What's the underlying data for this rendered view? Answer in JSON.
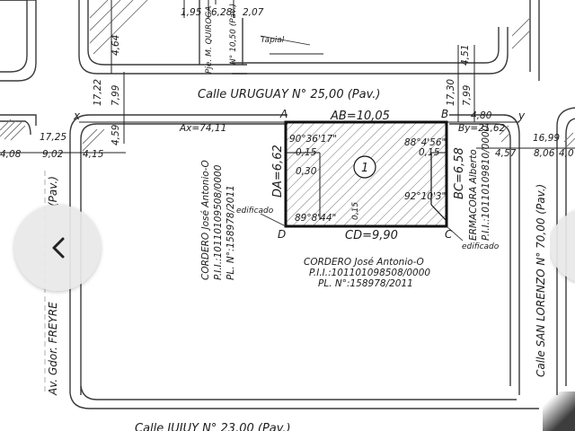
{
  "viewer": {
    "prev_icon": "chevron-left-icon",
    "next_icon": "chevron-right-icon"
  },
  "plan": {
    "streets": {
      "top": "Calle URUGUAY N° 25,00 (Pav.)",
      "left": "Av. Gdor. FREYRE",
      "left_pav": "(Pav.)",
      "right": "Calle SAN LORENZO N° 70,00 (Pav.)",
      "bottom": "Calle JUJUY N° 23,00 (Pav.)"
    },
    "top_dims": {
      "d1": "1,95",
      "d2": "6,28",
      "d3": "2,07",
      "name1": "Pje. M. QUIROGA",
      "name2": "N° 10,50 (Pav.)",
      "tapial": "Tapial",
      "v_left1": "4,64",
      "v_left2": "17,22",
      "v_left3": "7,99",
      "v_left4": "4,59",
      "v_right1": "4,51",
      "v_right2": "17,30",
      "v_right3": "7,99",
      "v_right4": "4,80"
    },
    "side_dims": {
      "left_a": "17,25",
      "left_b": "4,08",
      "left_c": "9,02",
      "left_d": "4,15",
      "right_a": "16,99",
      "right_b": "4,57",
      "right_c": "8,06",
      "right_d": "4,0"
    },
    "points": {
      "x": "x",
      "y": "y",
      "A": "A",
      "B": "B",
      "C": "C",
      "D": "D",
      "ax": "Ax=74,11",
      "by": "By=21,62"
    },
    "lot": {
      "number": "1",
      "ab": "AB=10,05",
      "cd": "CD=9,90",
      "da": "DA=6,62",
      "bc": "BC=6,58",
      "angle_a": "90°36'17\"",
      "angle_b": "88°4'56\"",
      "angle_c": "92°10'3\"",
      "angle_d": "89°8'44\"",
      "off1": "0,15",
      "off2": "0,30",
      "off3": "0,15",
      "off4": "0,15",
      "built_left": "edificado",
      "built_right": "edificado"
    },
    "owners": {
      "left_name": "CORDERO José Antonio-O",
      "left_pii": "P.I.I.:10110109508/0000",
      "left_pl": "PL. N°:158978/2011",
      "center_name": "CORDERO José Antonio-O",
      "center_pii": "P.I.I.:101101098508/0000",
      "center_pl": "PL. N°:158978/2011",
      "right_name": "ERMACORA Alberto",
      "right_pii": "P.I.I.:10110109810/0000"
    }
  }
}
